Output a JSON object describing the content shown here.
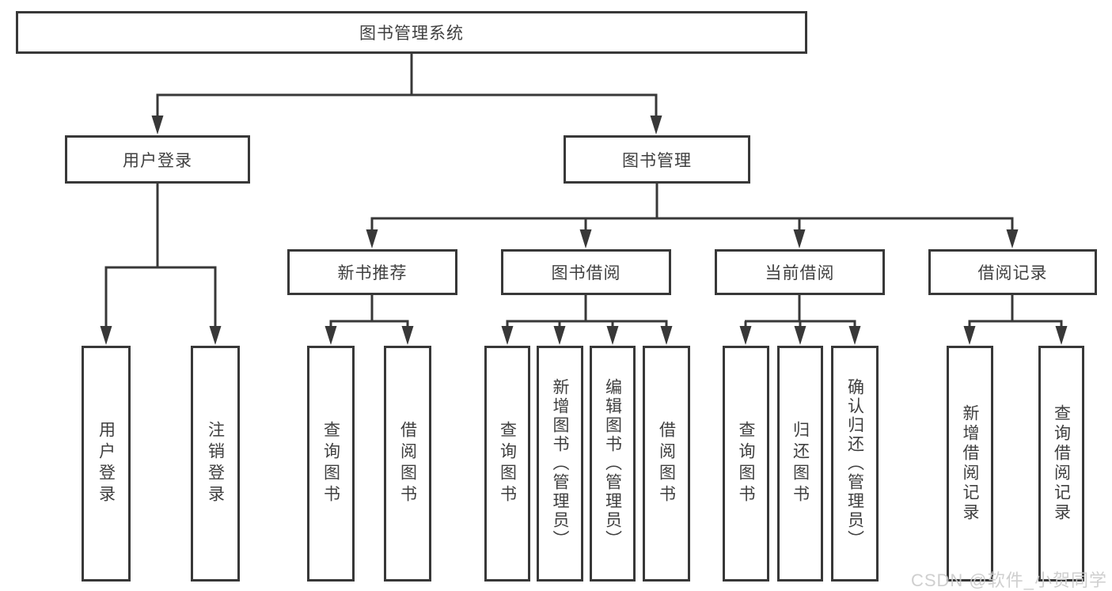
{
  "diagram": {
    "root": "图书管理系统",
    "branches": [
      {
        "label": "用户登录",
        "children": [
          {
            "label": "用户登录"
          },
          {
            "label": "注销登录"
          }
        ]
      },
      {
        "label": "图书管理",
        "children": [
          {
            "label": "新书推荐",
            "children": [
              {
                "label": "查询图书"
              },
              {
                "label": "借阅图书"
              }
            ]
          },
          {
            "label": "图书借阅",
            "children": [
              {
                "label": "查询图书"
              },
              {
                "label": "新增图书（管理员）"
              },
              {
                "label": "编辑图书（管理员）"
              },
              {
                "label": "借阅图书"
              }
            ]
          },
          {
            "label": "当前借阅",
            "children": [
              {
                "label": "查询图书"
              },
              {
                "label": "归还图书"
              },
              {
                "label": "确认归还（管理员）"
              }
            ]
          },
          {
            "label": "借阅记录",
            "children": [
              {
                "label": "新增借阅记录"
              },
              {
                "label": "查询借阅记录"
              }
            ]
          }
        ]
      }
    ]
  },
  "watermark": "CSDN @软件_小贺同学",
  "colors": {
    "line": "#383838",
    "text": "#3f3f3f",
    "background": "#ffffff",
    "watermark": "#cbcbcb"
  }
}
